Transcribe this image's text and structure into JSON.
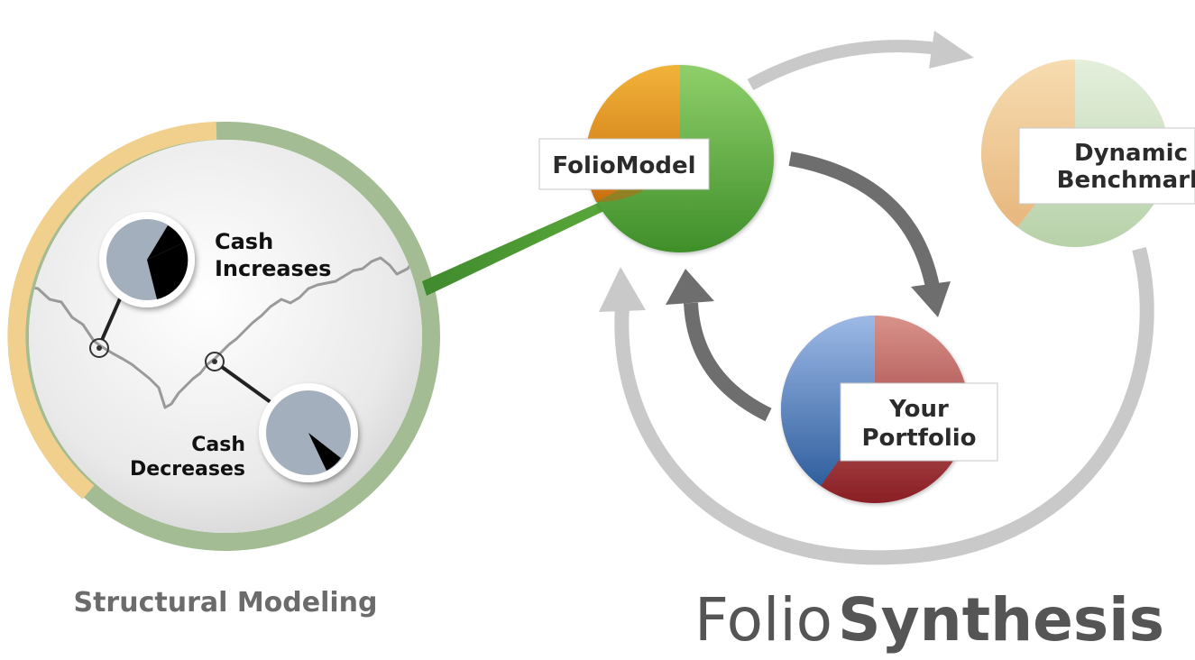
{
  "structural_modeling": {
    "caption": "Structural Modeling",
    "cash_increases": {
      "line1": "Cash",
      "line2": "Increases"
    },
    "cash_decreases": {
      "line1": "Cash",
      "line2": "Decreases"
    }
  },
  "cycle": {
    "folio_model": {
      "label": "FolioModel"
    },
    "dynamic_benchmark": {
      "line1": "Dynamic",
      "line2": "Benchmark"
    },
    "your_portfolio": {
      "line1": "Your",
      "line2": "Portfolio"
    }
  },
  "brand": {
    "part1": "Folio",
    "part2": "Synthesis"
  },
  "colors": {
    "green": "#5aa33a",
    "orange": "#e8a01c",
    "blue": "#4f81c7",
    "red": "#a32a2a",
    "arrow_dark": "#6e6e6e",
    "arrow_light": "#c9c9c9",
    "ring_green": "#a3bc94",
    "ring_tan": "#f1cf8c"
  }
}
